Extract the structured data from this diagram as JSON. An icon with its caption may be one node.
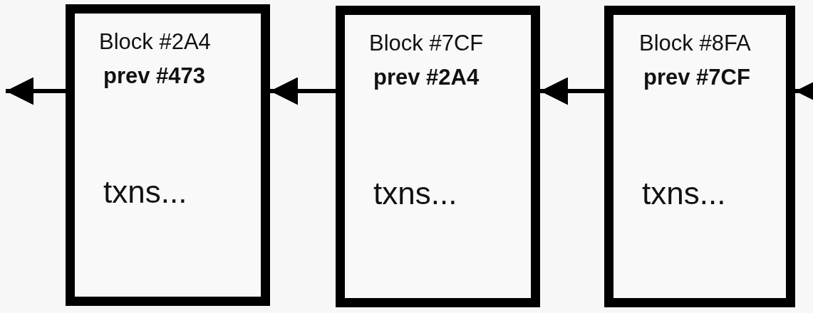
{
  "diagram": {
    "nodes": [
      {
        "text": [
          "Block #2A4",
          "prev #473",
          "txns..."
        ]
      },
      {
        "text": [
          "Block #7CF",
          "prev #2A4",
          "txns..."
        ]
      },
      {
        "text": [
          "Block #8FA",
          "prev #7CF",
          "txns..."
        ]
      }
    ],
    "edges": [
      {
        "from": 0,
        "to": null,
        "arrow": "to"
      },
      {
        "from": 1,
        "to": 0,
        "arrow": "to"
      },
      {
        "from": 2,
        "to": 1,
        "arrow": "to"
      },
      {
        "from": null,
        "to": 2,
        "arrow": "to"
      }
    ]
  }
}
